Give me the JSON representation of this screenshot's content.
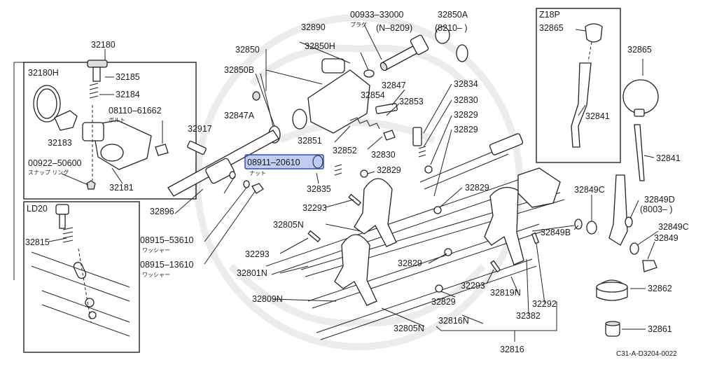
{
  "labels": {
    "p32180": "32180",
    "p32180H": "32180H",
    "p32185": "32185",
    "p32184": "32184",
    "p08110": "08110–61662",
    "boruto": "ボルト",
    "p32183": "32183",
    "p00922": "00922–50600",
    "snap": "スナップ リング",
    "p32181": "32181",
    "ld20": "LD20",
    "p32815": "32815",
    "p00933": "00933–33000",
    "puragu": "プラグ",
    "n8209": "(N–8209)",
    "p32850A": "32850A",
    "p8210": "(8210–     )",
    "p32890": "32890",
    "p32850": "32850",
    "p32850H": "32850H",
    "p32850B": "32850B",
    "p32847A": "32847A",
    "p32847": "32847",
    "p32854": "32854",
    "p32853": "32853",
    "p32834": "32834",
    "p32830a": "32830",
    "p32829a": "32829",
    "p32829b": "32829",
    "p32917": "32917",
    "p32851": "32851",
    "p32852": "32852",
    "p32830b": "32830",
    "p08911": "08911–20610",
    "natto": "ナット",
    "p32829c": "32829",
    "p32835": "32835",
    "p32829d": "32829",
    "p32896": "32896",
    "p32293a": "32293",
    "p32805Na": "32805N",
    "p08915a": "08915–53610",
    "washer1": "ワッシャー",
    "p32293b": "32293",
    "p08915b": "08915–13610",
    "washer2": "ワッシャー",
    "p32801N": "32801N",
    "p32829e": "32829",
    "p32809N": "32809N",
    "p32829f": "32829",
    "p32293c": "32293",
    "p32819N": "32819N",
    "p32816N": "32816N",
    "p32805Nb": "32805N",
    "p32382": "32382",
    "p32292": "32292",
    "p32816": "32816",
    "z18p": "Z18P",
    "p32865a": "32865",
    "p32841a": "32841",
    "p32865b": "32865",
    "p32841b": "32841",
    "p32849C1": "32849C",
    "p32849D": "32849D",
    "p8003": "(8003–      )",
    "p32849B": "32849B",
    "p32849C2": "32849C",
    "p32849": "32849",
    "p32862": "32862",
    "p32861": "32861",
    "ref": "C31-A-D3204-0022"
  },
  "highlight": {
    "part": "08911–20610",
    "color": "#4a6ed6"
  }
}
